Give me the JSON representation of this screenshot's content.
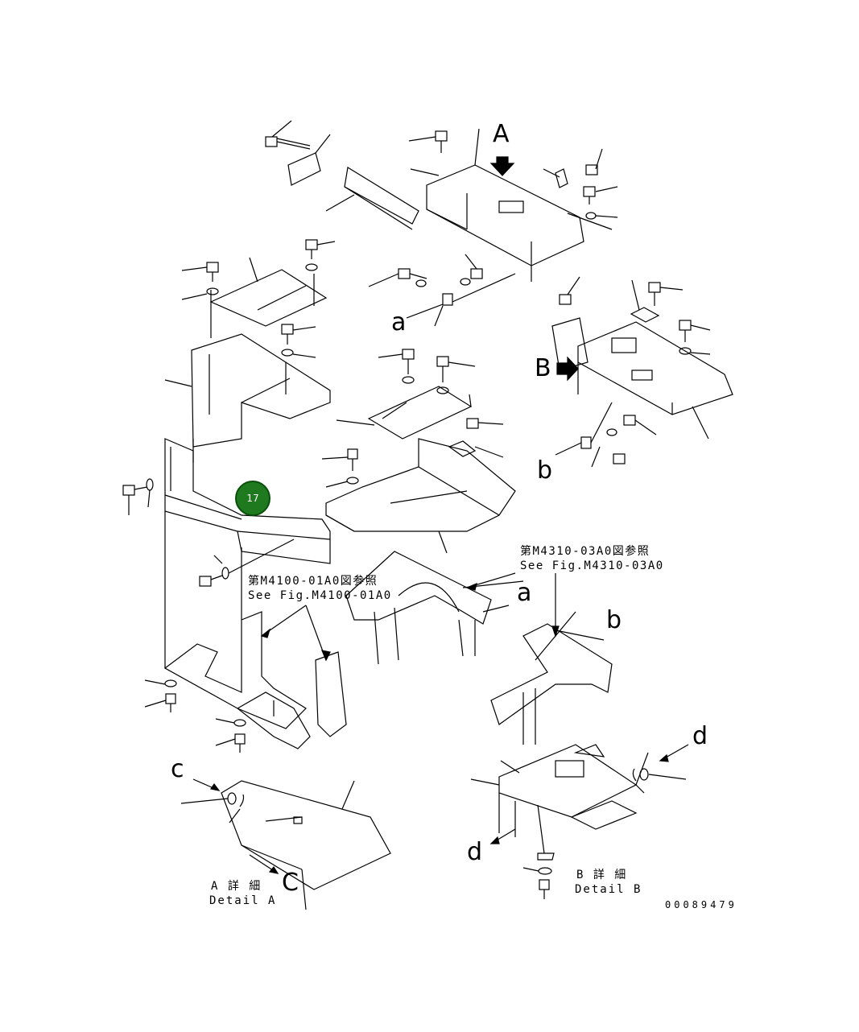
{
  "colors": {
    "line": "#000000",
    "callout_fill": "#1f7a1f",
    "callout_ring": "#0b4f0b",
    "callout_text": "#ffffff"
  },
  "callout": {
    "number": "17"
  },
  "view_labels": {
    "A": "A",
    "B": "B",
    "a1": "a",
    "a2": "a",
    "b1": "b",
    "b2": "b",
    "c1": "c",
    "c2": "C",
    "d1": "d",
    "d2": "d"
  },
  "references": {
    "m4310_jp": "第M4310-03A0図参照",
    "m4310_en": "See Fig.M4310-03A0",
    "m4100_jp": "第M4100-01A0図参照",
    "m4100_en": "See Fig.M4100-01A0"
  },
  "details": {
    "a_jp": "A 詳 細",
    "a_en": "Detail A",
    "b_jp": "B 詳 細",
    "b_en": "Detail B"
  },
  "drawing_code": "00089479",
  "icons": [
    "arrow-down-icon",
    "arrow-right-icon"
  ]
}
